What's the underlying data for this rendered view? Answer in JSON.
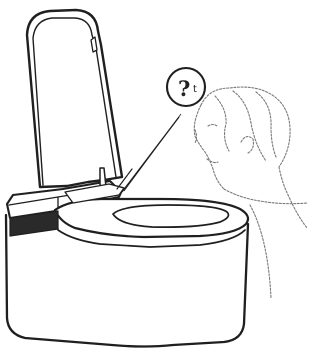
{
  "illustration": {
    "symbol": {
      "question_mark": "?",
      "small_glyph": "t"
    },
    "colors": {
      "line": "#1f1f1f",
      "fill": "#ffffff",
      "sketch": "#7a7a7a"
    },
    "objects": {
      "toilet": "toilet-illustration",
      "person": "person-sketch",
      "speech_bubble": "speech-bubble"
    }
  }
}
